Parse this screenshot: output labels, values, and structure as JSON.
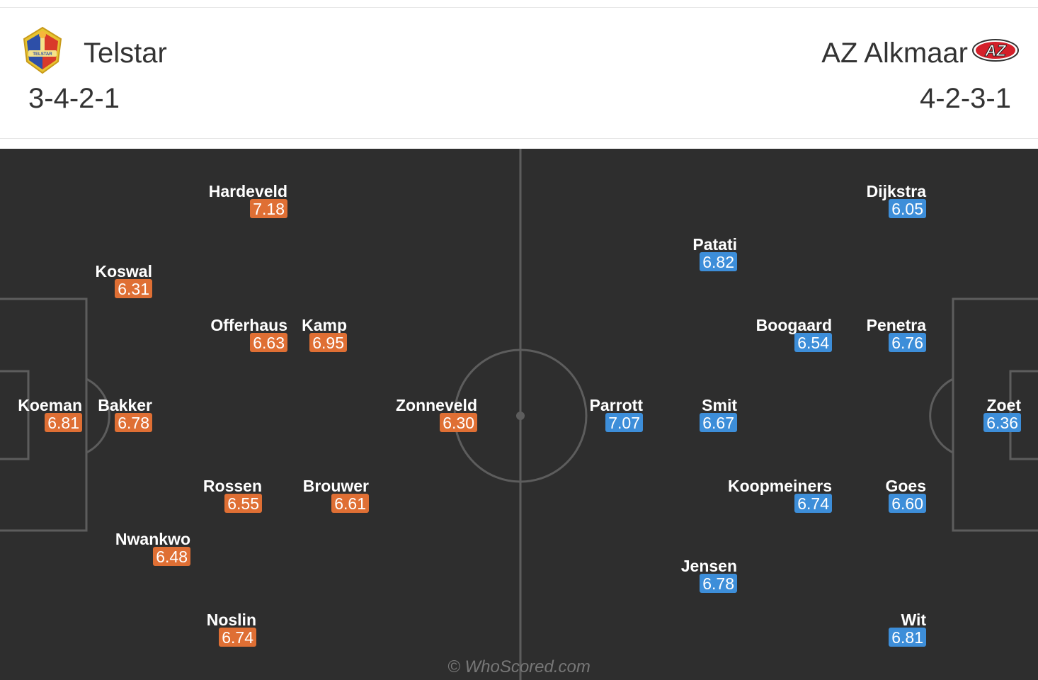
{
  "home": {
    "name": "Telstar",
    "formation": "3-4-2-1",
    "crest_icon": "telstar-crest-icon",
    "crest_text": "TELSTAR",
    "color": "#df6f34",
    "players": [
      {
        "name": "Hardeveld",
        "rating": "7.18"
      },
      {
        "name": "Koswal",
        "rating": "6.31"
      },
      {
        "name": "Offerhaus",
        "rating": "6.63"
      },
      {
        "name": "Kamp",
        "rating": "6.95"
      },
      {
        "name": "Koeman",
        "rating": "6.81"
      },
      {
        "name": "Bakker",
        "rating": "6.78"
      },
      {
        "name": "Zonneveld",
        "rating": "6.30"
      },
      {
        "name": "Rossen",
        "rating": "6.55"
      },
      {
        "name": "Brouwer",
        "rating": "6.61"
      },
      {
        "name": "Nwankwo",
        "rating": "6.48"
      },
      {
        "name": "Noslin",
        "rating": "6.74"
      }
    ]
  },
  "away": {
    "name": "AZ Alkmaar",
    "formation": "4-2-3-1",
    "crest_icon": "az-crest-icon",
    "crest_text": "AZ",
    "color": "#3d8ed9",
    "players": [
      {
        "name": "Dijkstra",
        "rating": "6.05"
      },
      {
        "name": "Patati",
        "rating": "6.82"
      },
      {
        "name": "Boogaard",
        "rating": "6.54"
      },
      {
        "name": "Penetra",
        "rating": "6.76"
      },
      {
        "name": "Parrott",
        "rating": "7.07"
      },
      {
        "name": "Smit",
        "rating": "6.67"
      },
      {
        "name": "Zoet",
        "rating": "6.36"
      },
      {
        "name": "Koopmeiners",
        "rating": "6.74"
      },
      {
        "name": "Goes",
        "rating": "6.60"
      },
      {
        "name": "Jensen",
        "rating": "6.78"
      },
      {
        "name": "Wit",
        "rating": "6.81"
      }
    ]
  },
  "watermark": "© WhoScored.com"
}
